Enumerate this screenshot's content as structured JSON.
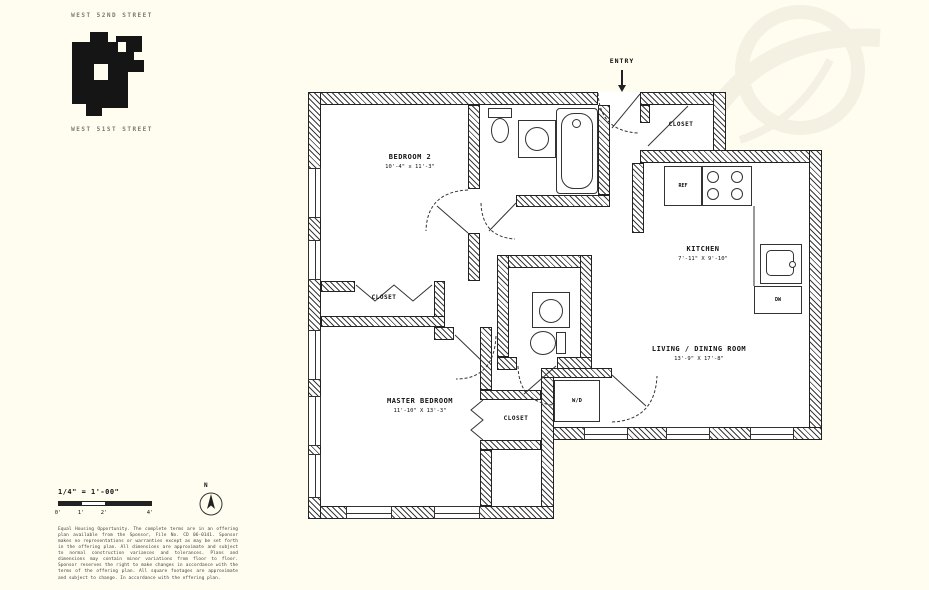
{
  "keymap": {
    "street_top": "WEST 52ND STREET",
    "street_bottom": "WEST 51ST STREET"
  },
  "plan": {
    "entry_label": "ENTRY",
    "rooms": {
      "bedroom2": {
        "name": "BEDROOM 2",
        "dims": "10'-4\" x 11'-3\""
      },
      "master": {
        "name": "MASTER BEDROOM",
        "dims": "11'-10\" X 13'-3\""
      },
      "kitchen": {
        "name": "KITCHEN",
        "dims": "7'-11\" X 9'-10\""
      },
      "living": {
        "name": "LIVING / DINING ROOM",
        "dims": "13'-9\" X 17'-8\""
      }
    },
    "closets": {
      "entry": "CLOSET",
      "bedroom2": "CLOSET",
      "master": "CLOSET"
    },
    "appliances": {
      "ref": "REF",
      "dw": "DW",
      "wd": "W/D"
    }
  },
  "scalebar": {
    "label": "1/4\" = 1'-00\"",
    "ticks": [
      "0'",
      "1'",
      "2'",
      "4'"
    ],
    "north": "N"
  },
  "disclaimer": {
    "text": "Equal Housing Opportunity. The complete terms are in an offering plan available from the Sponsor, File No. CD 06-0141. Sponsor makes no representations or warranties except as may be set forth in the offering plan. All dimensions are approximate and subject to normal construction variances and tolerances. Plans and dimensions may contain minor variations from floor to floor. Sponsor reserves the right to make changes in accordance with the terms of the offering plan. All square footages are approximate and subject to change. In accordance with the offering plan."
  }
}
